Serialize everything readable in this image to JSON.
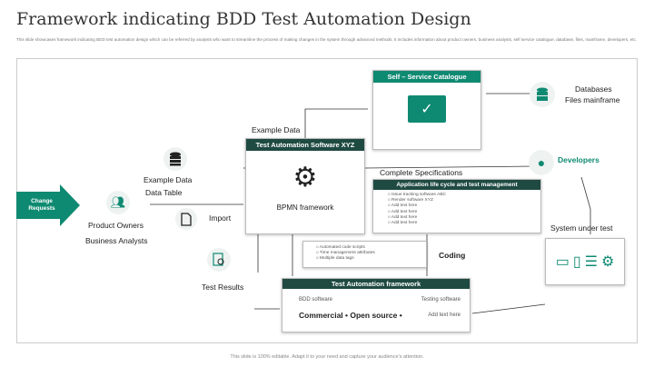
{
  "title": "Framework indicating BDD Test Automation Design",
  "description": "This slide showcases framework indicating BDD test automation design which can be referred by analysts who want to streamline the process of making changes in the system through advanced methods. It includes information about product owners, business analysts, self service catalogue, database, files, mainframe, developers, etc.",
  "footer": "This slide is 100% editable. Adapt it to your need and capture your audience's attention.",
  "change_requests": "Change Requests",
  "product_owners": [
    "Product Owners",
    "Business Analysts"
  ],
  "example_data_table": [
    "Example Data",
    "Data Table"
  ],
  "import": "Import",
  "test_results": "Test Results",
  "example_data": "Example Data",
  "tas": {
    "header": "Test Automation Software XYZ",
    "label": "BPMN framework"
  },
  "catalogue": {
    "header": "Self – Service Catalogue"
  },
  "databases": [
    "Databases",
    "Files mainframe"
  ],
  "developers": "Developers",
  "specs": {
    "title": "Complete Specifications",
    "header": "Application life cycle and test management",
    "items": [
      "Issue tracking software ABC",
      "Render software XYZ",
      "Add text here",
      "Add text here",
      "Add text here",
      "Add text here"
    ]
  },
  "system_under_test": "System under test",
  "coding_items": [
    "Automated code scripts",
    "Time management attributes",
    "Multiple data tags"
  ],
  "coding": "Coding",
  "taf": {
    "header": "Test Automation framework",
    "bdd": "BDD software",
    "testing": "Testing software",
    "commercial": "Commercial",
    "open_source": "Open source",
    "add": "Add text here"
  },
  "colors": {
    "dark": "#1f4a42",
    "teal": "#0f8a72"
  }
}
